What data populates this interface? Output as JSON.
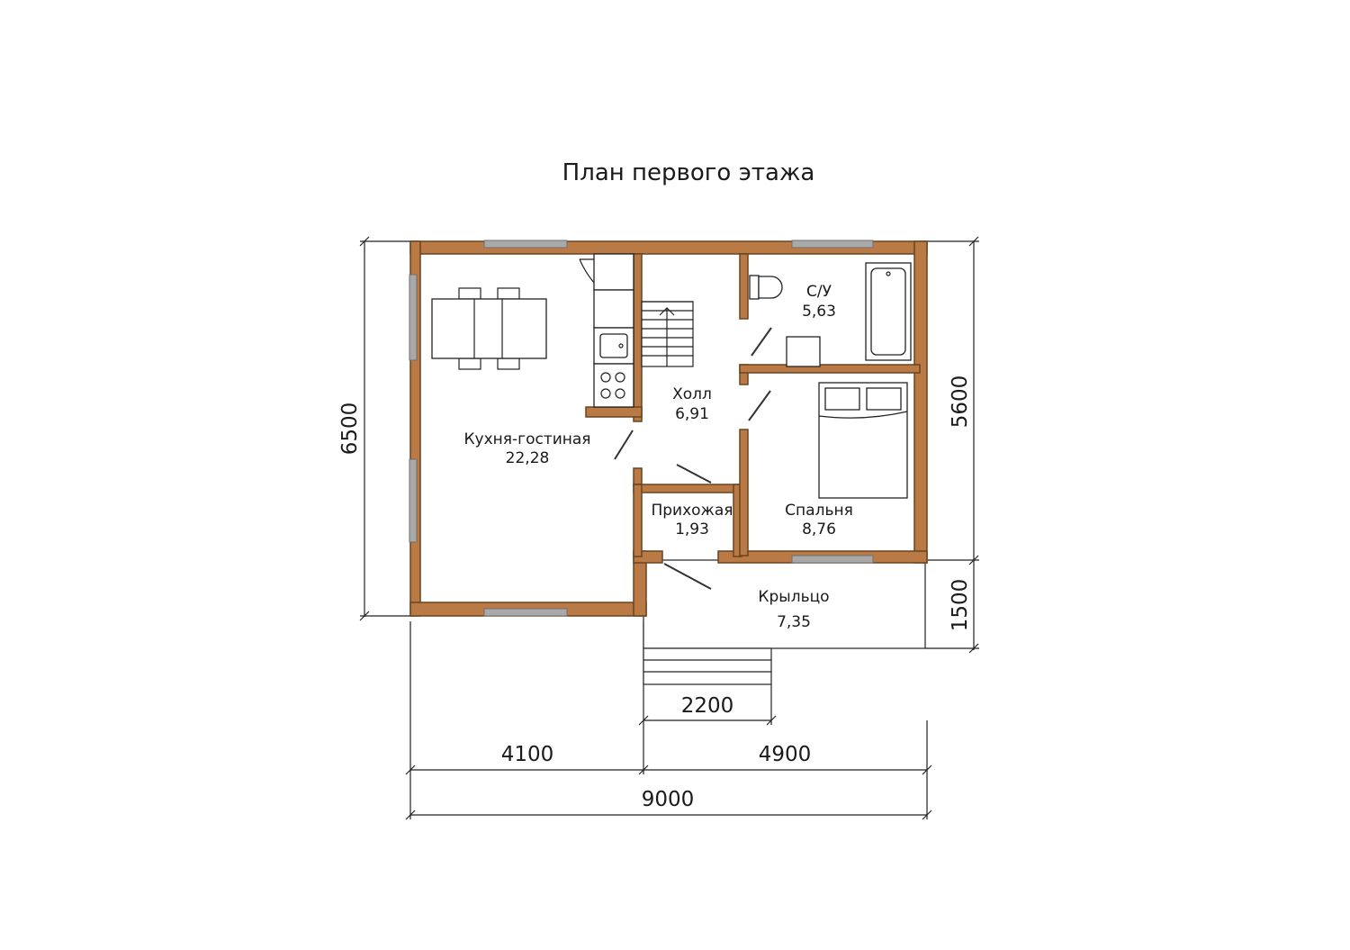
{
  "title": "План первого этажа",
  "rooms": {
    "kitchen": {
      "name": "Кухня-гостиная",
      "area": "22,28"
    },
    "hall": {
      "name": "Холл",
      "area": "6,91"
    },
    "bathroom": {
      "name": "С/У",
      "area": "5,63"
    },
    "bedroom": {
      "name": "Спальня",
      "area": "8,76"
    },
    "entrance": {
      "name": "Прихожая",
      "area": "1,93"
    },
    "porch": {
      "name": "Крыльцо",
      "area": "7,35"
    }
  },
  "dimensions": {
    "total_width": "9000",
    "left_width": "4100",
    "right_width": "4900",
    "steps_width": "2200",
    "total_height": "6500",
    "right_height": "5600",
    "porch_depth": "1500"
  },
  "colors": {
    "wall": "#b97a45",
    "window": "#a9a9a9",
    "line": "#222222"
  }
}
